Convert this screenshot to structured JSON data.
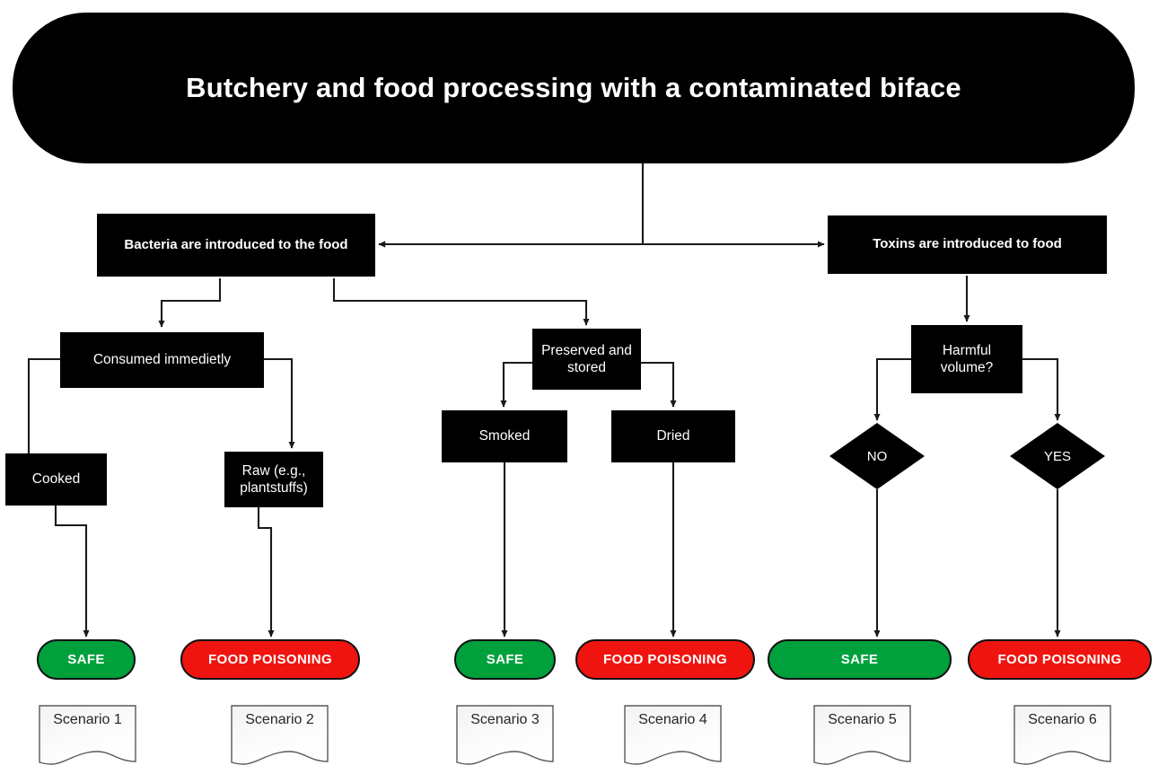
{
  "diagram": {
    "title": "Butchery and food processing with a contaminated biface",
    "type": "flowchart",
    "background": "#FFFFFF"
  },
  "colors": {
    "node_fill": "#000000",
    "node_text": "#FFFFFF",
    "safe": "#00A03C",
    "poisoning": "#F01410",
    "connector": "#1A1A1A",
    "document_stroke": "#595959",
    "document_text": "#262626"
  },
  "nodes": {
    "title": "Butchery and food processing with a contaminated biface",
    "branch_left": "Bacteria are introduced to the food",
    "branch_right": "Toxins are introduced to food",
    "consumed": "Consumed immedietly",
    "preserved_line1": "Preserved and",
    "preserved_line2": "stored",
    "harmful_line1": "Harmful",
    "harmful_line2": "volume?",
    "cooked": "Cooked",
    "raw_line1": "Raw (e.g.,",
    "raw_line2": "plantstuffs)",
    "smoked": "Smoked",
    "dried": "Dried",
    "decision_no": "NO",
    "decision_yes": "YES"
  },
  "outcomes": [
    {
      "label": "SAFE",
      "kind": "safe",
      "scenario": "Scenario 1"
    },
    {
      "label": "FOOD POISONING",
      "kind": "poisoning",
      "scenario": "Scenario 2"
    },
    {
      "label": "SAFE",
      "kind": "safe",
      "scenario": "Scenario 3"
    },
    {
      "label": "FOOD POISONING",
      "kind": "poisoning",
      "scenario": "Scenario 4"
    },
    {
      "label": "SAFE",
      "kind": "safe",
      "scenario": "Scenario 5"
    },
    {
      "label": "FOOD POISONING",
      "kind": "poisoning",
      "scenario": "Scenario 6"
    }
  ],
  "scenarios": [
    "Scenario 1",
    "Scenario 2",
    "Scenario 3",
    "Scenario 4",
    "Scenario 5",
    "Scenario 6"
  ]
}
